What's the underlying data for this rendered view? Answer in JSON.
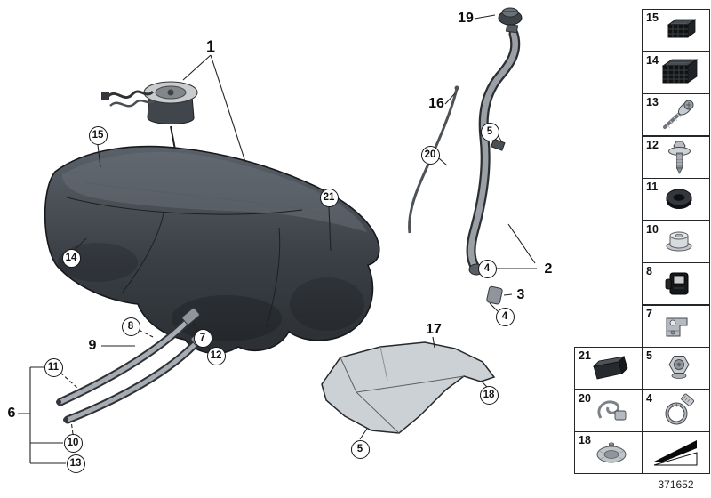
{
  "figure": {
    "part_number": "371652",
    "colors": {
      "line": "#1a1a1a",
      "tank": "#3a3f45",
      "metal": "#9aa0a6",
      "shield": "#ccd1d5"
    }
  },
  "callouts": [
    {
      "n": "15"
    },
    {
      "n": "14"
    },
    {
      "n": "21"
    },
    {
      "n": "8"
    },
    {
      "n": "7"
    },
    {
      "n": "12"
    },
    {
      "n": "11"
    },
    {
      "n": "10"
    },
    {
      "n": "13"
    },
    {
      "n": "5"
    },
    {
      "n": "18"
    },
    {
      "n": "20"
    },
    {
      "n": "5"
    },
    {
      "n": "4"
    },
    {
      "n": "4"
    }
  ],
  "labels": [
    {
      "n": "1"
    },
    {
      "n": "2"
    },
    {
      "n": "3"
    },
    {
      "n": "6"
    },
    {
      "n": "9"
    },
    {
      "n": "16"
    },
    {
      "n": "17"
    },
    {
      "n": "19"
    }
  ],
  "sidebar": {
    "right": [
      {
        "n": "15",
        "icon": "rubber-pad-small-icon"
      },
      {
        "n": "14",
        "icon": "rubber-pad-large-icon"
      },
      {
        "n": "13",
        "icon": "screw-washer-icon"
      },
      {
        "n": "12",
        "icon": "bolt-icon"
      },
      {
        "n": "11",
        "icon": "grommet-icon"
      },
      {
        "n": "10",
        "icon": "cap-icon"
      },
      {
        "n": "8",
        "icon": "clip-icon"
      },
      {
        "n": "7",
        "icon": "bracket-icon"
      },
      {
        "n": "5",
        "icon": "nut-icon"
      },
      {
        "n": "4",
        "icon": "hose-clamp-icon"
      },
      {
        "n": "",
        "icon": "direction-wedge-icon"
      }
    ],
    "left": [
      {
        "n": "21",
        "icon": "foam-pad-icon"
      },
      {
        "n": "20",
        "icon": "holder-clip-icon"
      },
      {
        "n": "18",
        "icon": "washer-plate-icon"
      }
    ]
  }
}
